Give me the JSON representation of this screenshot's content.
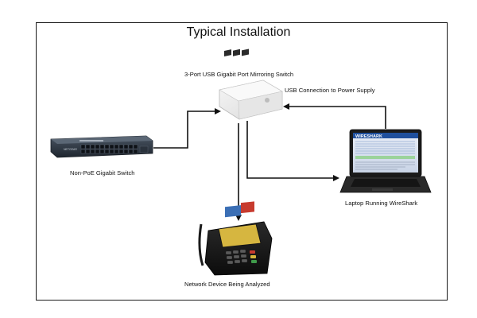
{
  "diagram": {
    "title": "Typical Installation",
    "nodes": {
      "mirror_switch": {
        "label": "3-Port USB Gigabit Port Mirroring Switch"
      },
      "usb_power": {
        "label": "USB Connection to Power Supply"
      },
      "network_switch": {
        "label": "Non-PoE Gigabit Switch",
        "brand": "NETGEAR"
      },
      "laptop": {
        "label": "Laptop Running WireShark",
        "screen_brand": "WIRESHARK"
      },
      "pos_device": {
        "label": "Network Device Being Analyzed"
      }
    },
    "colors": {
      "arrow": "#111111",
      "frame": "#1a1a1a",
      "wireshark_blue": "#1f4f9c"
    }
  }
}
